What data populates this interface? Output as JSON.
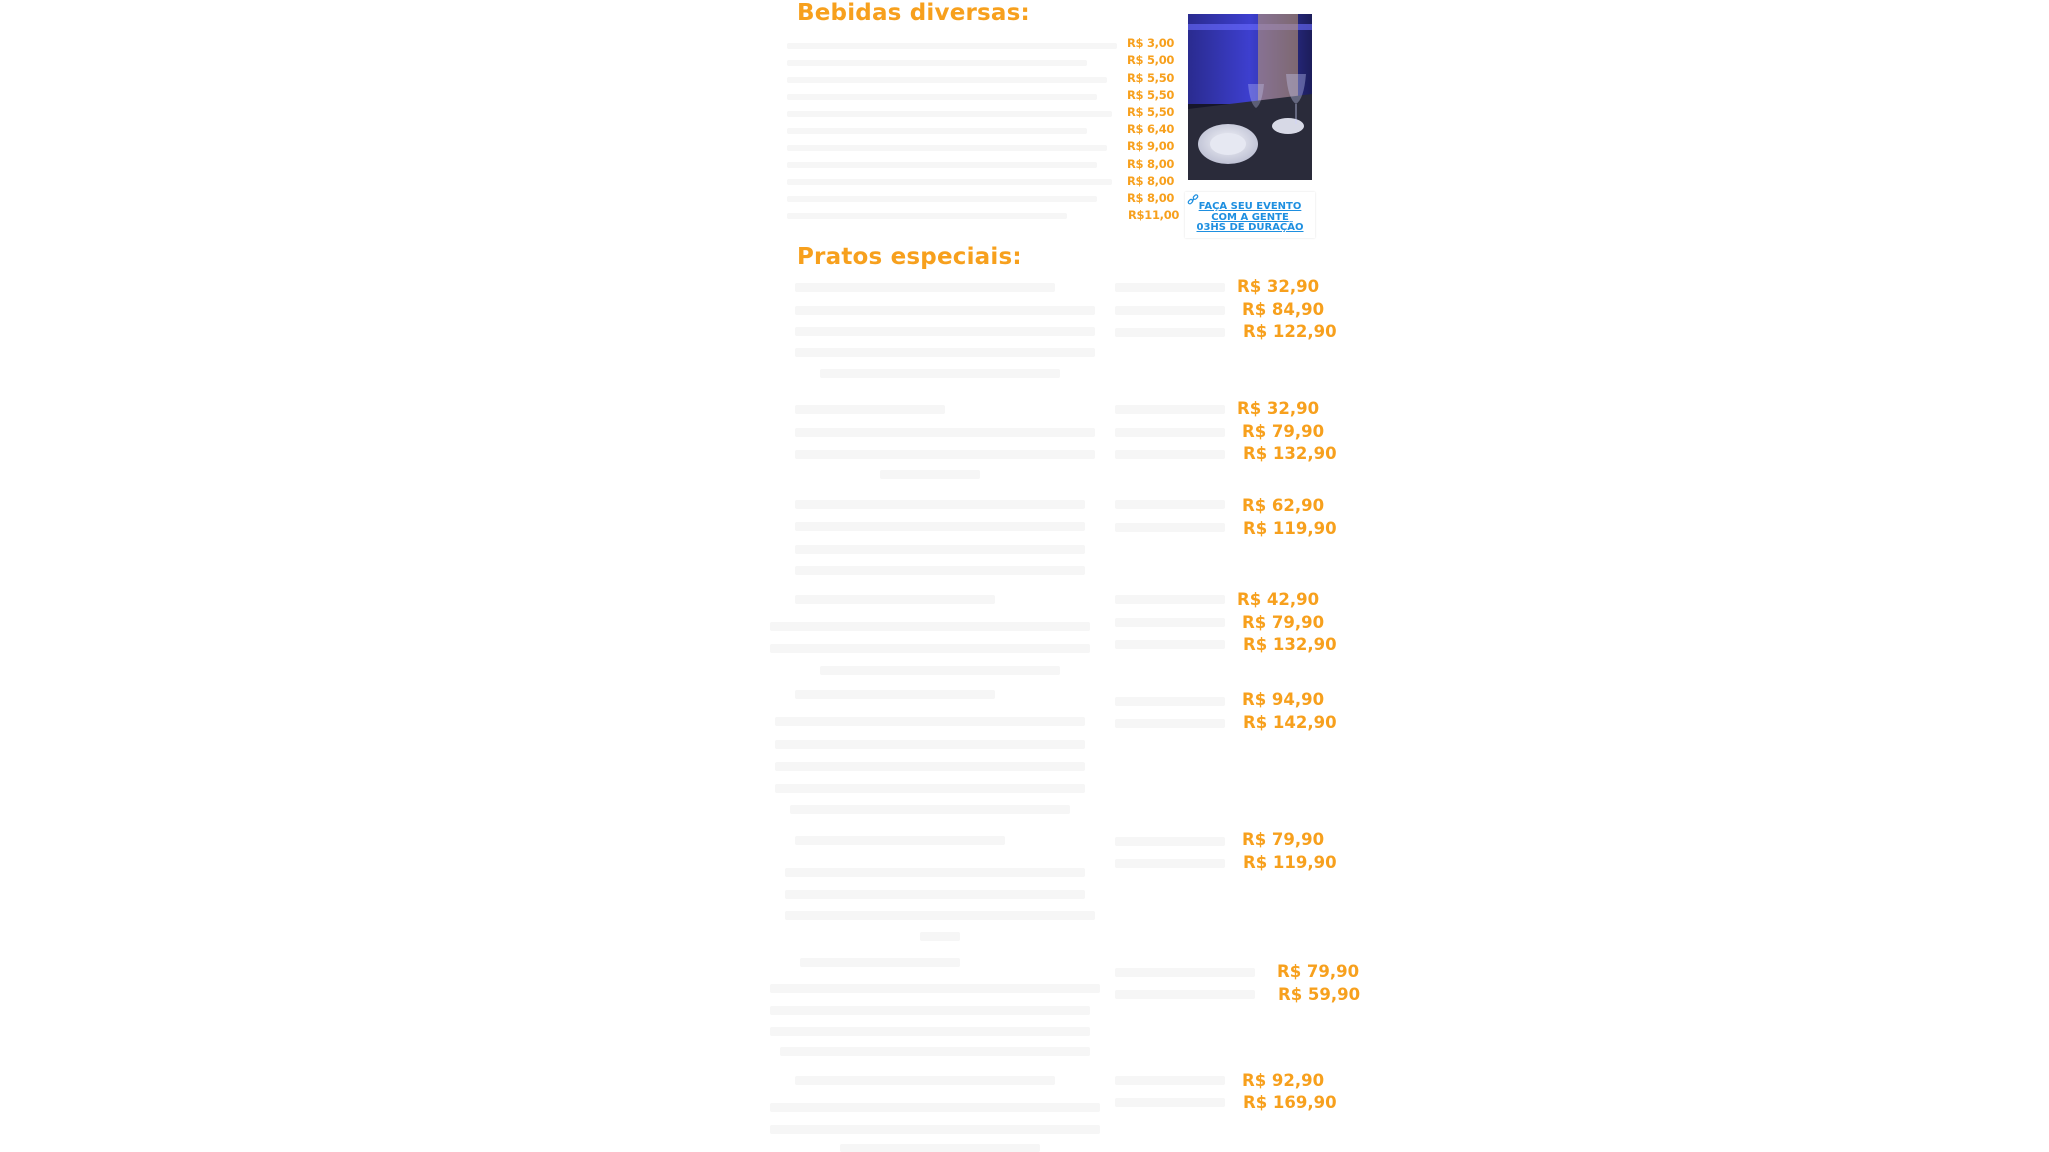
{
  "sections": {
    "drinks_title": "Bebidas diversas:",
    "dishes_title": "Pratos especiais:"
  },
  "drinks": {
    "prices": [
      "R$ 3,00",
      "R$ 5,00",
      "R$ 5,50",
      "R$ 5,50",
      "R$ 5,50",
      "R$ 6,40",
      "R$ 9,00",
      "R$ 8,00",
      "R$ 8,00",
      "R$ 8,00",
      "R$11,00"
    ]
  },
  "dishes": [
    {
      "prices": [
        "R$ 32,90",
        "R$ 84,90",
        "R$ 122,90"
      ]
    },
    {
      "prices": [
        "R$ 32,90",
        "R$ 79,90",
        "R$ 132,90"
      ]
    },
    {
      "prices": [
        "R$ 62,90",
        "R$ 119,90"
      ]
    },
    {
      "prices": [
        "R$ 42,90",
        "R$ 79,90",
        "R$ 132,90"
      ]
    },
    {
      "prices": [
        "R$ 94,90",
        "R$ 142,90"
      ]
    },
    {
      "prices": [
        "R$ 79,90",
        "R$ 119,90"
      ]
    },
    {
      "prices": [
        "R$ 79,90",
        "R$ 59,90"
      ]
    },
    {
      "prices": [
        "R$ 92,90",
        "R$ 169,90"
      ]
    }
  ],
  "event": {
    "line1": "FAÇA SEU EVENTO",
    "line2": "COM A GENTE",
    "line3": "03HS DE DURAÇÃO",
    "icon": "link-icon"
  },
  "colors": {
    "accent": "#f7a01d",
    "link": "#1e8fe0"
  }
}
